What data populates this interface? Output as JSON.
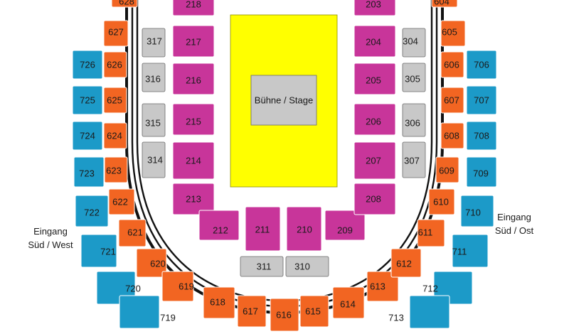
{
  "stage": {
    "label": "Bühne / Stage"
  },
  "entrances": {
    "west": [
      "Eingang",
      "Süd / West"
    ],
    "east": [
      "Eingang",
      "Süd / Ost"
    ]
  },
  "colors": {
    "tier700": "#1c9ac8",
    "tier600": "#f26522",
    "tier300": "#c8c8c8",
    "tier200": "#c8359a",
    "floor": "#ffff00",
    "stage": "#c8c8c8"
  },
  "sections": {
    "tier700": [
      "726",
      "725",
      "724",
      "723",
      "722",
      "721",
      "720",
      "719",
      "706",
      "707",
      "708",
      "709",
      "710",
      "711",
      "712",
      "713"
    ],
    "tier600": [
      "628",
      "627",
      "626",
      "625",
      "624",
      "623",
      "622",
      "621",
      "620",
      "619",
      "618",
      "617",
      "616",
      "615",
      "614",
      "613",
      "612",
      "611",
      "610",
      "609",
      "608",
      "607",
      "606",
      "605",
      "604"
    ],
    "tier300": [
      "317",
      "316",
      "315",
      "314",
      "311",
      "310",
      "304",
      "305",
      "306",
      "307"
    ],
    "tier200": [
      "218",
      "217",
      "216",
      "215",
      "214",
      "213",
      "212",
      "211",
      "210",
      "209",
      "208",
      "207",
      "206",
      "205",
      "204",
      "203"
    ]
  }
}
